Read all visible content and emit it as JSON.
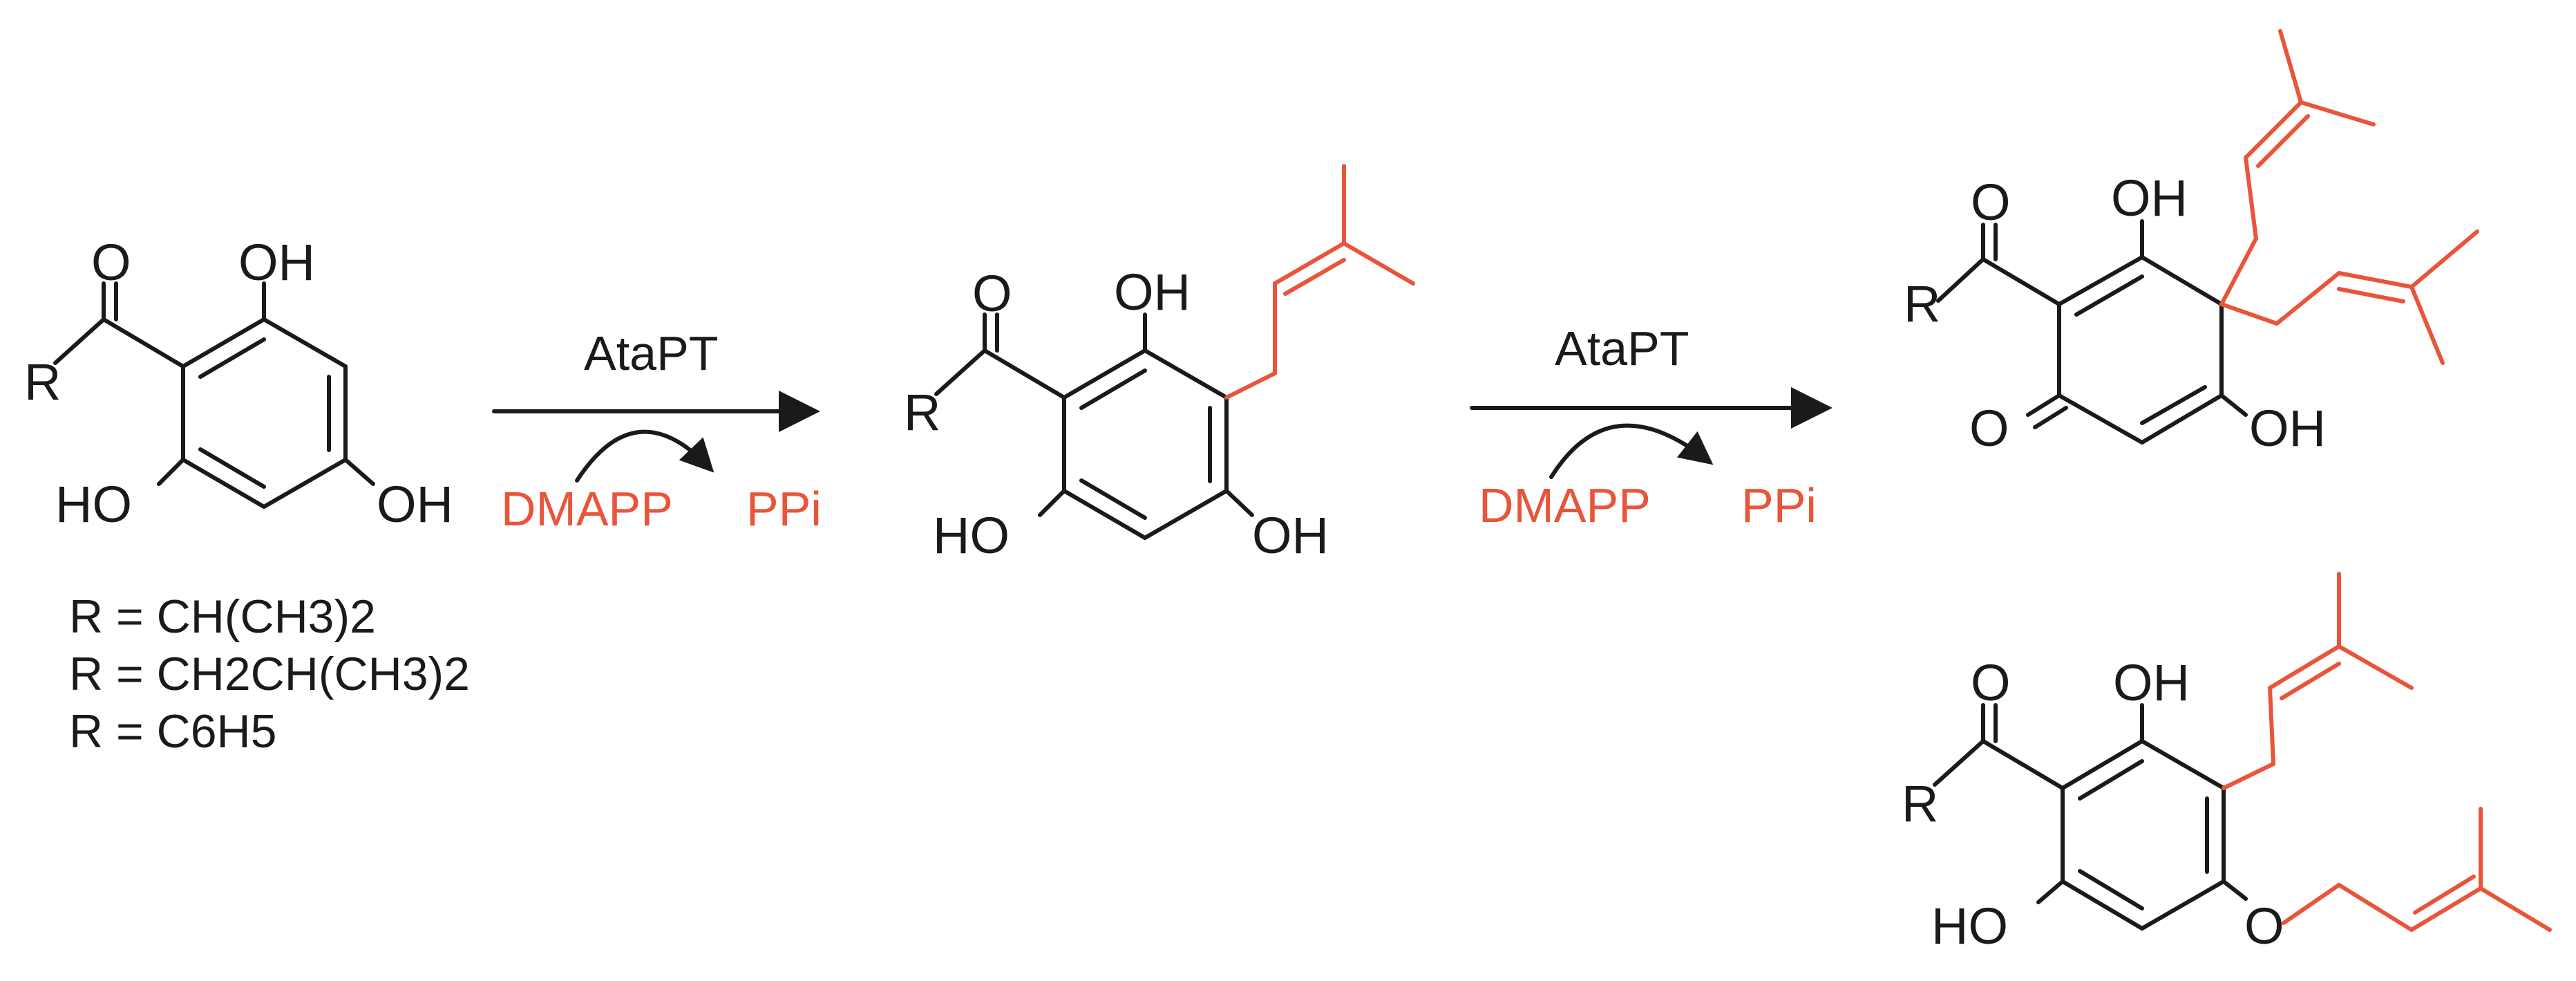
{
  "colors": {
    "bond": "#1a1a1a",
    "prenyl": "#e8553a"
  },
  "atoms": {
    "R": "R",
    "O": "O",
    "OH": "OH",
    "HO": "HO"
  },
  "reactions": [
    {
      "enzyme": "AtaPT",
      "cosubstrate": "DMAPP",
      "byproduct": "PPi"
    },
    {
      "enzyme": "AtaPT",
      "cosubstrate": "DMAPP",
      "byproduct": "PPi"
    }
  ],
  "r_groups": [
    "R = CH(CH3)2",
    "R = CH2CH(CH3)2",
    "R = C6H5"
  ]
}
